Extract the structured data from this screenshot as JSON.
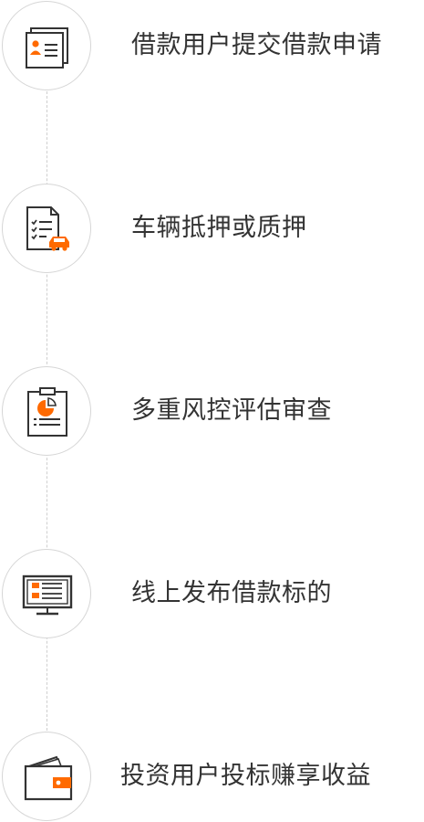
{
  "steps": [
    {
      "label": "借款用户提交借款申请",
      "icon": "application-form-icon"
    },
    {
      "label": "车辆抵押或质押",
      "icon": "vehicle-document-icon"
    },
    {
      "label": "多重风控评估审查",
      "icon": "risk-report-icon"
    },
    {
      "label": "线上发布借款标的",
      "icon": "monitor-listing-icon"
    },
    {
      "label": "投资用户投标赚享收益",
      "icon": "wallet-icon"
    }
  ],
  "colors": {
    "accent": "#ff6a00",
    "icon_stroke": "#333333",
    "text": "#333333",
    "circle_border": "#d6d6d6",
    "connector": "#cfcfcf"
  }
}
